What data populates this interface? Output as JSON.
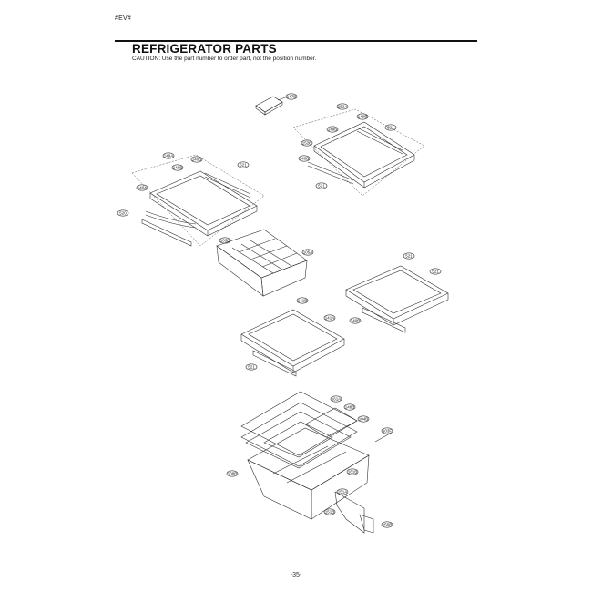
{
  "header": {
    "corner_code": "#EV#",
    "title": "REFRIGERATOR PARTS",
    "caution": "CAUTION: Use the part number to order part, not the position number."
  },
  "callouts": [
    "147B",
    "152A",
    "149B",
    "521",
    "149B",
    "152B",
    "140B",
    "140B",
    "521",
    "149A",
    "149B",
    "140A",
    "521",
    "520",
    "103B",
    "105A",
    "521",
    "521",
    "141B",
    "141A",
    "140B",
    "521",
    "161A",
    "148B",
    "104B",
    "103F",
    "108B",
    "161B",
    "151A",
    "151B",
    "150B"
  ],
  "footer": {
    "page_number": "-35-"
  }
}
